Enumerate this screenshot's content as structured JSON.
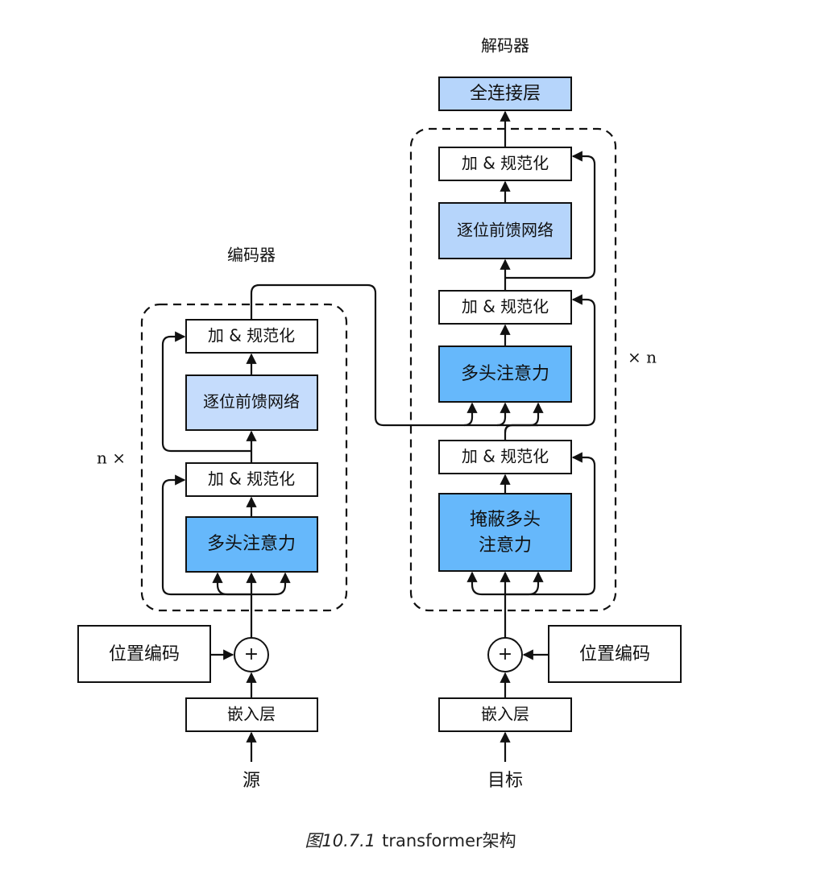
{
  "colors": {
    "white": "#ffffff",
    "light_blue": "#c5dcfc",
    "mid_blue": "#b6d5fb",
    "blue": "#66b8fb",
    "line": "#111111"
  },
  "encoder": {
    "title": "编码器",
    "add_norm_top": "加 & 规范化",
    "ffn": "逐位前馈网络",
    "add_norm_bottom": "加 & 规范化",
    "attention": "多头注意力",
    "repeat": "n ×",
    "pos_encoding": "位置编码",
    "plus": "+",
    "embedding": "嵌入层",
    "input": "源"
  },
  "decoder": {
    "title": "解码器",
    "dense": "全连接层",
    "add_norm_top": "加 & 规范化",
    "ffn": "逐位前馈网络",
    "add_norm_mid": "加 & 规范化",
    "cross_attention": "多头注意力",
    "add_norm_bottom": "加 & 规范化",
    "masked_attention_line1": "掩蔽多头",
    "masked_attention_line2": "注意力",
    "repeat": "× n",
    "pos_encoding": "位置编码",
    "plus": "+",
    "embedding": "嵌入层",
    "input": "目标"
  },
  "caption": {
    "number": "图10.7.1",
    "text": "transformer架构"
  }
}
